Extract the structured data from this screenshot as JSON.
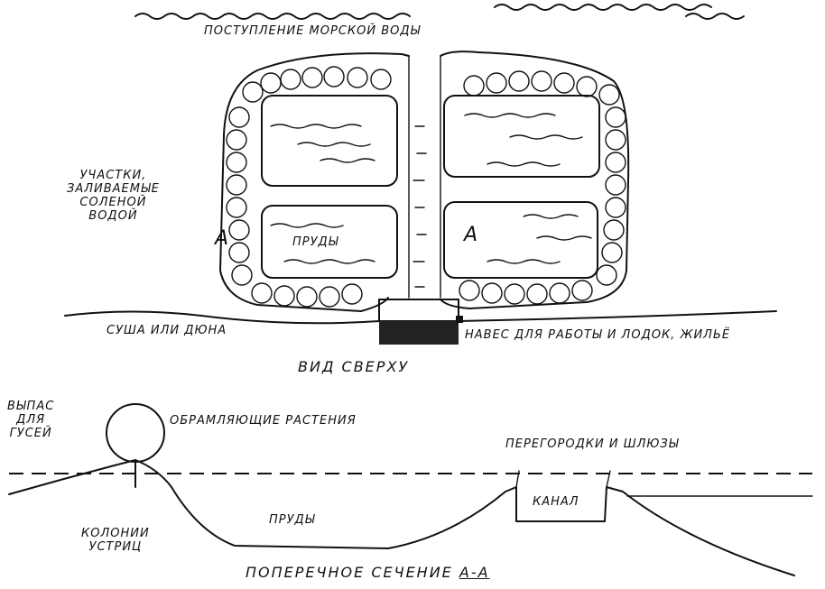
{
  "top_view": {
    "sea_inflow_label": "ПОСТУПЛЕНИЕ МОРСКОЙ ВОДЫ",
    "flooded_areas_label": "УЧАСТКИ,\nЗАЛИВАЕМЫЕ\nСОЛЕНОЙ\nВОДОЙ",
    "section_marker_left": "A",
    "section_marker_right": "A",
    "ponds_label": "ПРУДЫ",
    "land_label": "СУША ИЛИ ДЮНА",
    "shelter_label": "НАВЕС ДЛЯ РАБОТЫ И ЛОДОК, ЖИЛЬЁ",
    "view_title": "ВИД СВЕРХУ"
  },
  "cross_section": {
    "geese_label": "ВЫПАС\nДЛЯ\nГУСЕЙ",
    "plants_label": "ОБРАМЛЯЮЩИЕ РАСТЕНИЯ",
    "partitions_label": "ПЕРЕГОРОДКИ И ШЛЮЗЫ",
    "canal_label": "КАНАЛ",
    "ponds_label": "ПРУДЫ",
    "oysters_label": "КОЛОНИИ\nУСТРИЦ",
    "section_title": "ПОПЕРЕЧНОЕ СЕЧЕНИЕ",
    "section_title_suffix": "А-А"
  }
}
